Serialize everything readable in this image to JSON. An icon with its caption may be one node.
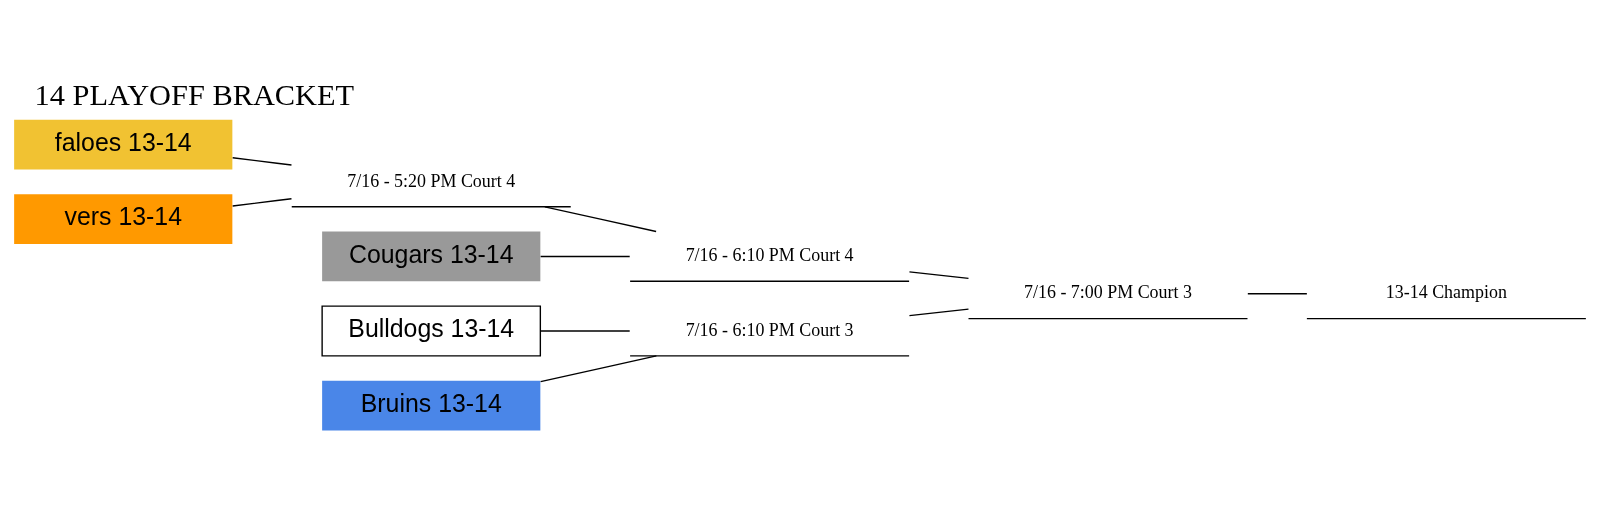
{
  "diagram": {
    "title": "14 PLAYOFF BRACKET",
    "nodes": [
      {
        "text": [
          "faloes 13-14"
        ]
      },
      {
        "text": [
          "7/16 - 5:20 PM Court 4"
        ]
      },
      {
        "text": [
          "vers 13-14"
        ]
      },
      {
        "text": [
          "7/16 - 6:10 PM Court 4"
        ]
      },
      {
        "text": [
          "Cougars 13-14"
        ]
      },
      {
        "text": [
          "7/16 - 7:00 PM Court 3"
        ]
      },
      {
        "text": [
          "Bulldogs 13-14"
        ]
      },
      {
        "text": [
          "7/16 - 6:10 PM Court 3"
        ]
      },
      {
        "text": [
          "Bruins 13-14"
        ]
      },
      {
        "text": [
          "13-14 Champion"
        ]
      }
    ],
    "edges": [
      {
        "from": 0,
        "to": 1,
        "arrow": "none"
      },
      {
        "from": 2,
        "to": 1,
        "arrow": "none"
      },
      {
        "from": 1,
        "to": 3,
        "arrow": "none"
      },
      {
        "from": 4,
        "to": 3,
        "arrow": "none"
      },
      {
        "from": 3,
        "to": 5,
        "arrow": "none"
      },
      {
        "from": 6,
        "to": 7,
        "arrow": "none"
      },
      {
        "from": 8,
        "to": 7,
        "arrow": "none"
      },
      {
        "from": 7,
        "to": 5,
        "arrow": "none"
      },
      {
        "from": 5,
        "to": 9,
        "arrow": "none"
      }
    ]
  }
}
